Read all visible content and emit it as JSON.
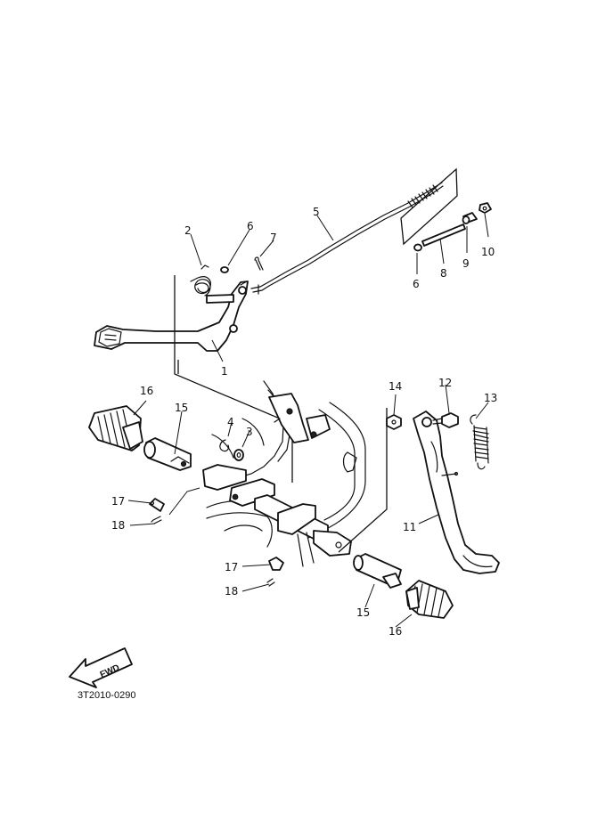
{
  "diagram": {
    "code": "3T2010-0290",
    "fwd_label": "FWD",
    "callouts": {
      "c1": "1",
      "c2": "2",
      "c3": "3",
      "c4": "4",
      "c5": "5",
      "c6a": "6",
      "c6b": "6",
      "c7": "7",
      "c8": "8",
      "c9": "9",
      "c10": "10",
      "c11": "11",
      "c12": "12",
      "c13": "13",
      "c14": "14",
      "c15a": "15",
      "c15b": "15",
      "c16a": "16",
      "c16b": "16",
      "c17a": "17",
      "c17b": "17",
      "c18a": "18",
      "c18b": "18"
    }
  }
}
